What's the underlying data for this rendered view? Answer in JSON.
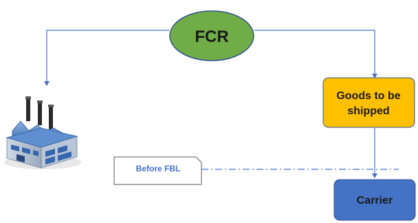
{
  "nodes": {
    "fcr": {
      "label": "FCR",
      "fill": "#70ad47",
      "stroke": "#2f528f"
    },
    "goods": {
      "line1": "Goods to be",
      "line2": "shipped",
      "fill": "#ffc000",
      "stroke": "#2f528f"
    },
    "before_fbl": {
      "label": "Before FBL",
      "text_color": "#4472c4"
    },
    "carrier": {
      "label": "Carrier",
      "fill": "#4472c4",
      "stroke": "#2f528f"
    },
    "factory": {
      "icon": "factory-icon"
    }
  },
  "colors": {
    "connector": "#4472c4"
  }
}
